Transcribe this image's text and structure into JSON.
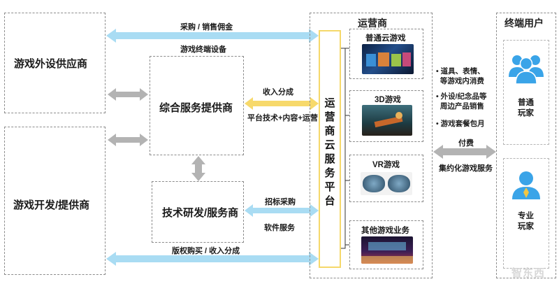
{
  "left": {
    "peripheral_supplier": "游戏外设供应商",
    "game_developer": "游戏开发/提供商"
  },
  "middle": {
    "integrated_service": "综合服务提供商",
    "rnd_service": "技术研发/服务商"
  },
  "operator": {
    "title": "运营商",
    "platform": "运营商云服务平台",
    "games": [
      {
        "label": "普通云游戏"
      },
      {
        "label": "3D游戏"
      },
      {
        "label": "VR游戏"
      },
      {
        "label": "其他游戏业务"
      }
    ]
  },
  "end_users": {
    "title": "终端用户",
    "regular": "普通\n玩家",
    "pro": "专业\n玩家"
  },
  "flows": {
    "top": "采购 / 销售佣金",
    "top_sub": "游戏终端设备",
    "revenue_share": "收入分成",
    "platform_tech": "平台技术+内容+运营",
    "bid_purchase": "招标采购",
    "software_service": "软件服务",
    "bottom": "版权购买 / 收入分成",
    "payment": "付费",
    "intensive": "集约化游戏服务"
  },
  "bullets": [
    "• 道具、表情、\n  等游戏内消费",
    "• 外设/纪念品等\n  周边产品销售",
    "• 游戏套餐包月"
  ],
  "colors": {
    "blue_arrow": "#a9dcf3",
    "gray_arrow": "#b3b3b3",
    "yellow_arrow": "#f7d96b",
    "user_icon": "#3aa4e8"
  },
  "watermark": "智东西"
}
